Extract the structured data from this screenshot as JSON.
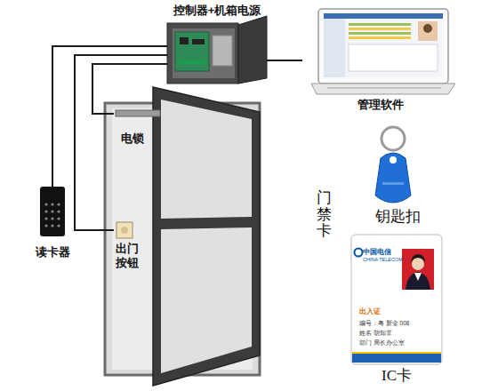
{
  "diagram": {
    "nodes": [
      {
        "text": [
          "控制器+机箱电源"
        ]
      },
      {
        "text": [
          "管理软件"
        ]
      },
      {
        "text": [
          "电锁"
        ]
      },
      {
        "text": [
          "读卡器"
        ]
      },
      {
        "text": [
          "出门按钮"
        ]
      },
      {
        "text": [
          "钥匙扣"
        ]
      },
      {
        "text": [
          "中国电信",
          "CHINA TELECOM",
          "出入证",
          "编号：粤 新金 008",
          "姓名 胡知非",
          "部门 局长办公室",
          "IC卡"
        ]
      }
    ],
    "edges": [
      {
        "from": 0,
        "to": 1,
        "arrow": "none"
      },
      {
        "from": 0,
        "to": 3,
        "arrow": "none"
      },
      {
        "from": 0,
        "to": 2,
        "arrow": "none"
      },
      {
        "from": 0,
        "to": 4,
        "arrow": "none"
      }
    ],
    "labels": [
      "门禁卡"
    ]
  }
}
